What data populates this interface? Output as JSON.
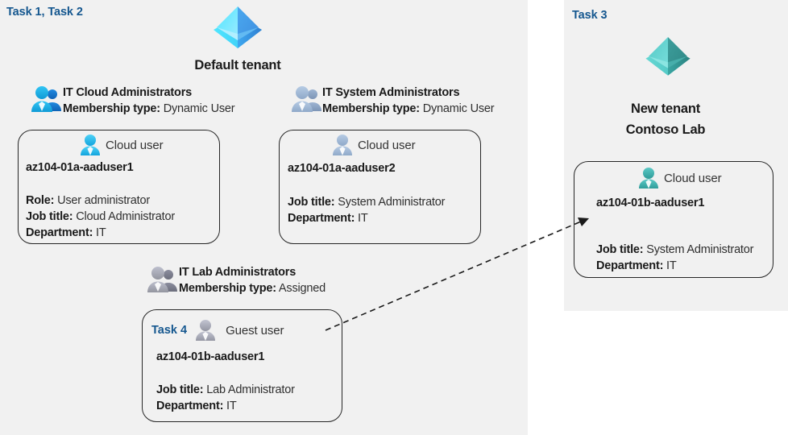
{
  "panels": {
    "left": {
      "task_label": "Task 1, Task 2"
    },
    "right": {
      "task_label": "Task 3"
    }
  },
  "tenants": [
    {
      "id": "default-tenant",
      "icon": "azure-ad-tenant-icon",
      "name_line1": "Default tenant",
      "name_line2": ""
    },
    {
      "id": "new-tenant",
      "icon": "azure-ad-tenant-icon",
      "name_line1": "New  tenant",
      "name_line2": "Contoso Lab"
    }
  ],
  "groups": [
    {
      "id": "it-cloud-administrators",
      "icon": "user-group-icon",
      "title": "IT Cloud Administrators",
      "membership_key": "Membership type:",
      "membership_value": "Dynamic User"
    },
    {
      "id": "it-system-administrators",
      "icon": "user-group-icon",
      "title": "IT System Administrators",
      "membership_key": "Membership type:",
      "membership_value": "Dynamic User"
    },
    {
      "id": "it-lab-administrators",
      "icon": "user-group-icon",
      "title": "IT Lab Administrators",
      "membership_key": "Membership type:",
      "membership_value": "Assigned"
    }
  ],
  "user_cards": [
    {
      "id": "card-aaduser1-a",
      "task_badge": "",
      "user_icon": "cloud-user-icon",
      "user_type": "Cloud user",
      "upn": "az104-01a-aaduser1",
      "attributes": [
        {
          "key": "Role:",
          "value": "User administrator"
        },
        {
          "key": "Job title:",
          "value": "Cloud Administrator"
        },
        {
          "key": "Department:",
          "value": "IT"
        }
      ]
    },
    {
      "id": "card-aaduser2-a",
      "task_badge": "",
      "user_icon": "cloud-user-icon",
      "user_type": "Cloud user",
      "upn": "az104-01a-aaduser2",
      "attributes": [
        {
          "key": "Job title:",
          "value": "System Administrator"
        },
        {
          "key": "Department:",
          "value": "IT"
        }
      ]
    },
    {
      "id": "card-aaduser1-b-guest",
      "task_badge": "Task 4",
      "user_icon": "guest-user-icon",
      "user_type": "Guest user",
      "upn": "az104-01b-aaduser1",
      "attributes": [
        {
          "key": "Job title:",
          "value": "Lab Administrator"
        },
        {
          "key": "Department:",
          "value": "IT"
        }
      ]
    },
    {
      "id": "card-aaduser1-b-cloud",
      "task_badge": "",
      "user_icon": "cloud-user-icon",
      "user_type": "Cloud user",
      "upn": "az104-01b-aaduser1",
      "attributes": [
        {
          "key": "Job title:",
          "value": "System Administrator"
        },
        {
          "key": "Department:",
          "value": "IT"
        }
      ]
    }
  ],
  "connector": {
    "id": "guest-invite-arrow",
    "style": "dashed-arrow",
    "from": "card-aaduser1-b-guest",
    "to": "card-aaduser1-b-cloud"
  },
  "colors": {
    "panel_bg": "#f1f1f1",
    "page_bg": "#ffffff",
    "task_label": "#15578f",
    "text": "#1a1a1a",
    "value_text": "#2f2f2f",
    "card_border": "#262626",
    "tenant_blue": "#44c8f5",
    "tenant_teal": "#4fc1bd"
  }
}
